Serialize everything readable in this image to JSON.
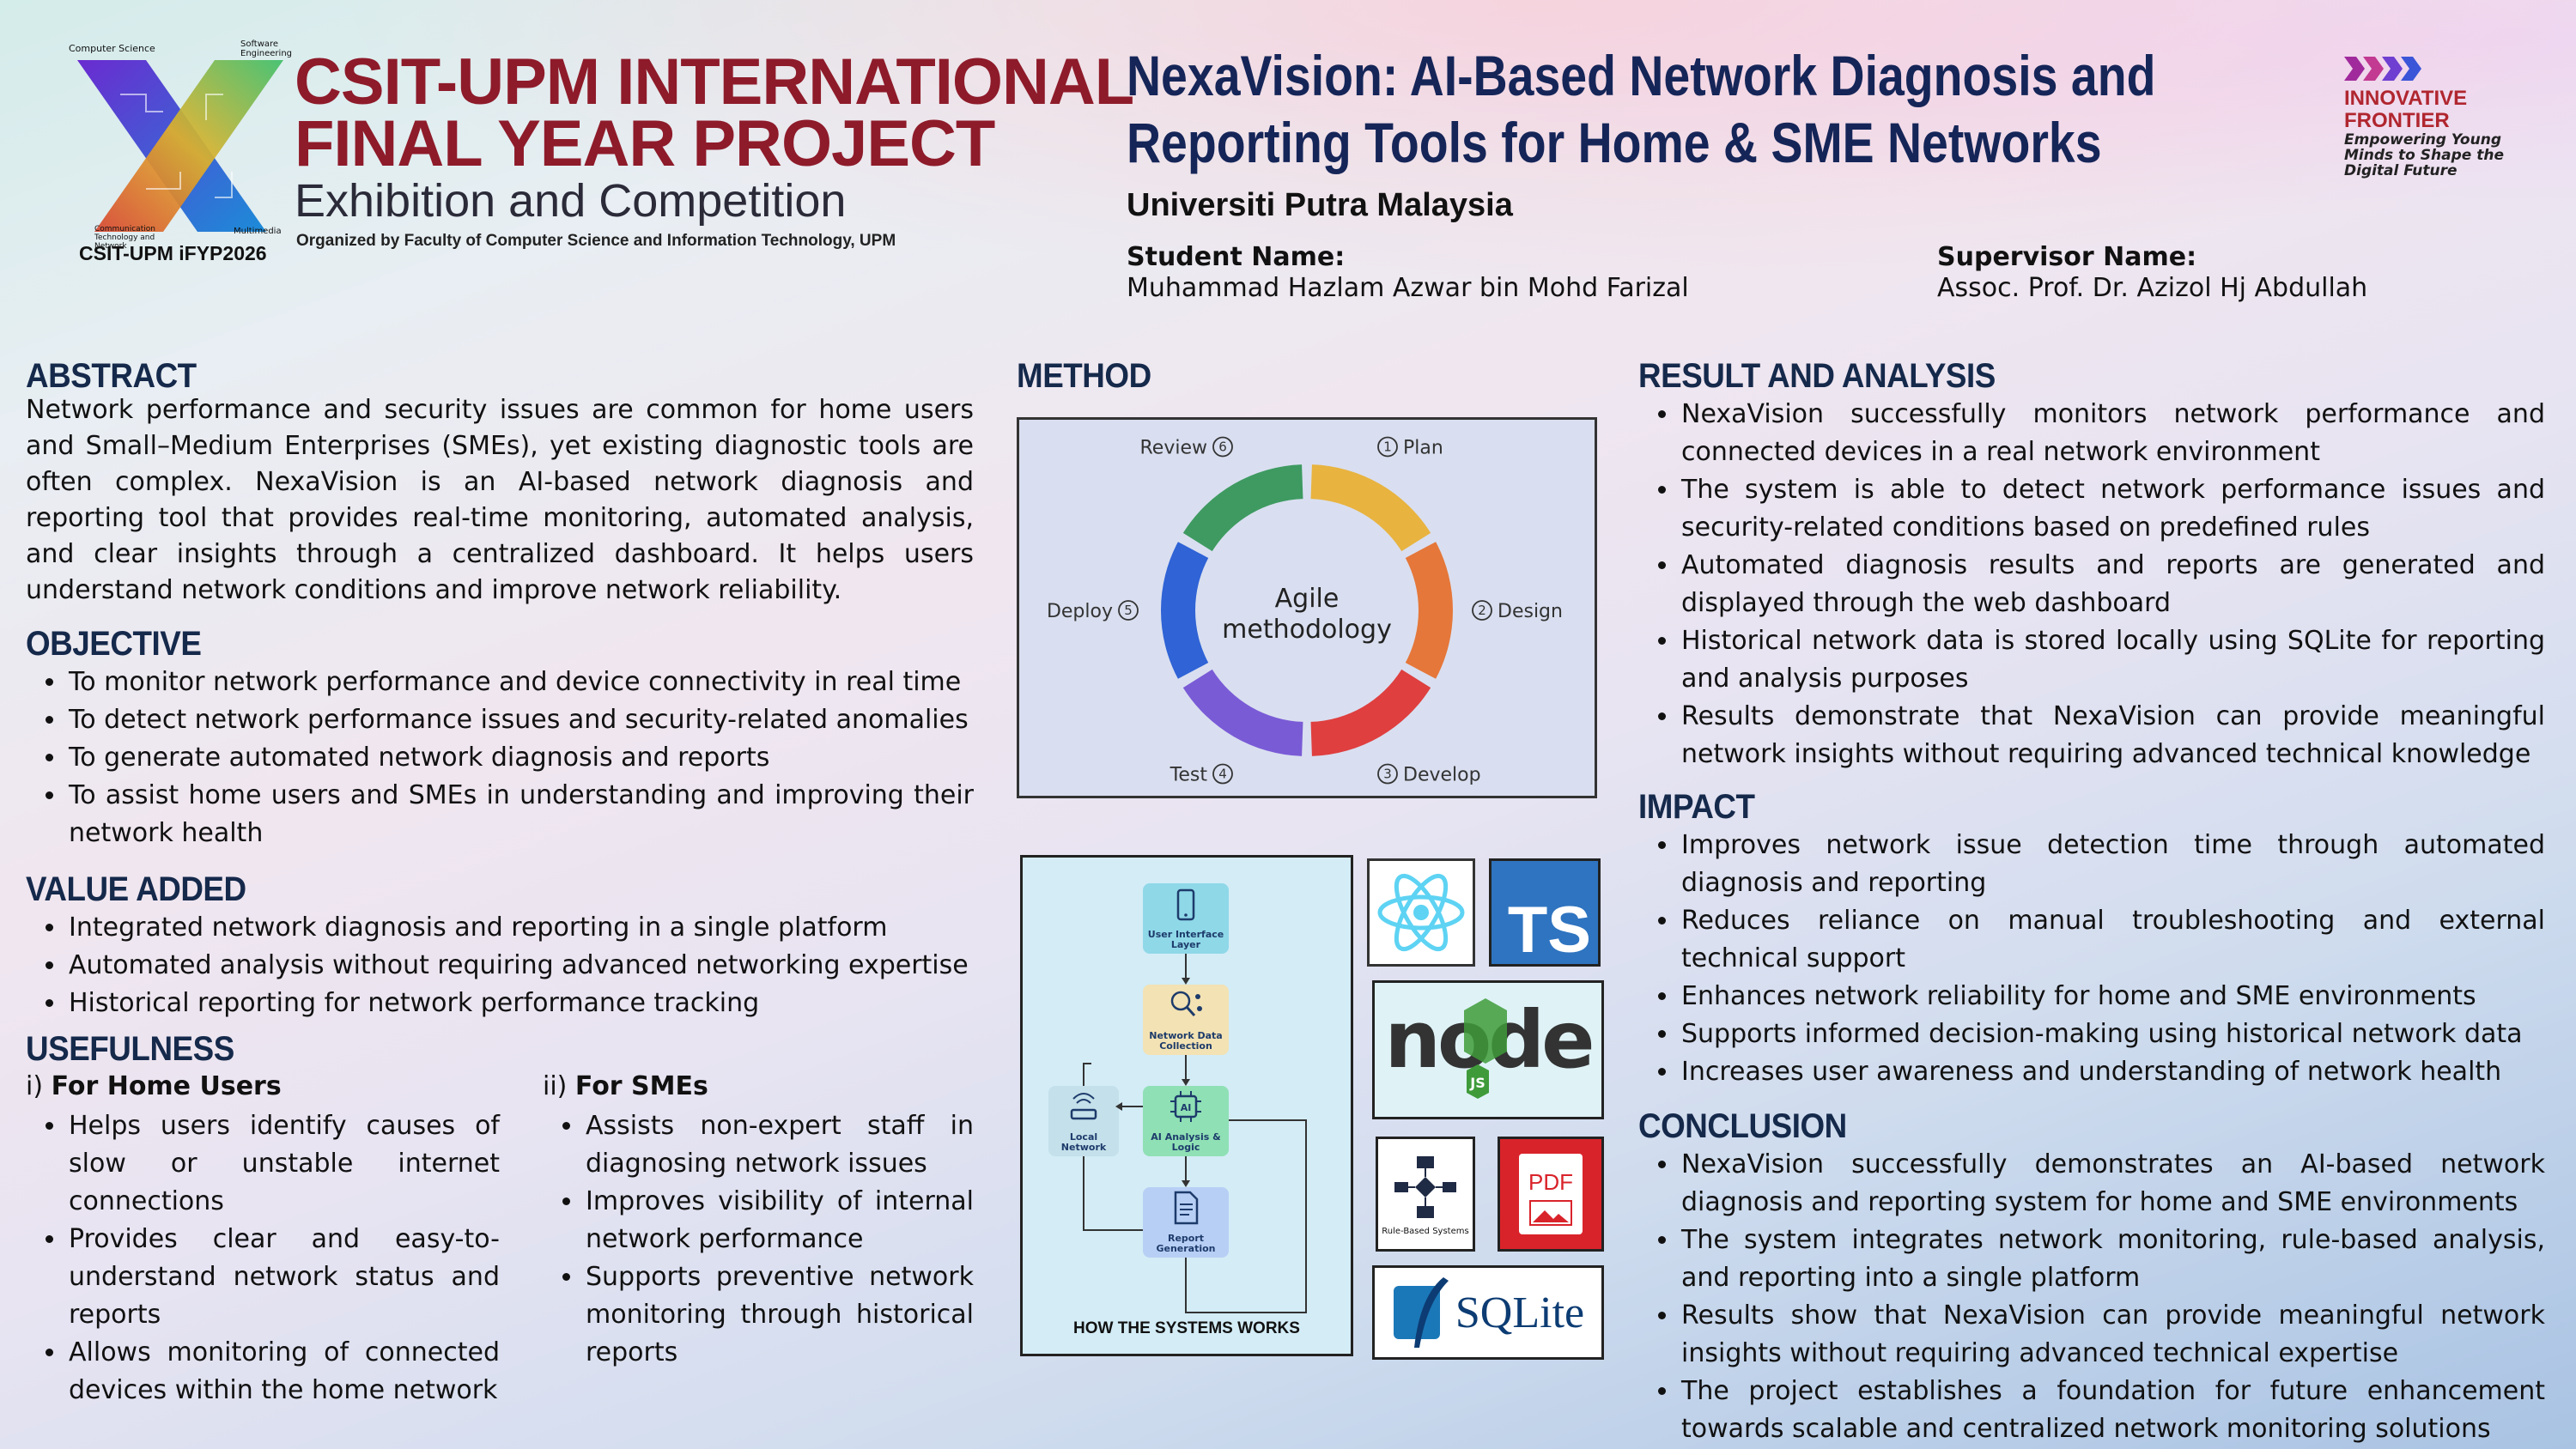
{
  "header": {
    "logo_label_cs": "Computer Science",
    "logo_label_se": "Software Engineering",
    "logo_label_cn": "Communication Technology and Network",
    "logo_label_mm": "Multimedia",
    "event_badge": "CSIT-UPM iFYP2026",
    "event_line1": "CSIT-UPM INTERNATIONAL",
    "event_line2": "FINAL YEAR PROJECT",
    "event_line3": "Exhibition and Competition",
    "organizer": "Organized by Faculty of Computer Science and Information Technology, UPM",
    "title_line1": "NexaVision: AI-Based Network Diagnosis and",
    "title_line2": "Reporting Tools for Home & SME Networks",
    "university": "Universiti Putra Malaysia",
    "student_label": "Student Name:",
    "student_name": "Muhammad Hazlam Azwar bin Mohd Farizal",
    "supervisor_label": "Supervisor Name:",
    "supervisor_name": "Assoc. Prof. Dr. Azizol Hj Abdullah",
    "brand_line1": "INNOVATIVE",
    "brand_line2": "FRONTIER",
    "brand_tag1": "Empowering Young",
    "brand_tag2": "Minds to Shape the",
    "brand_tag3": "Digital Future"
  },
  "abstract": {
    "heading": "ABSTRACT",
    "text": "Network performance and security issues are common for home users and Small–Medium Enterprises (SMEs), yet existing diagnostic tools are often complex. NexaVision is an AI-based network diagnosis and reporting tool that provides real-time monitoring, automated analysis, and clear insights through a centralized dashboard. It helps users understand network conditions and improve network reliability."
  },
  "objective": {
    "heading": "OBJECTIVE",
    "items": [
      "To monitor network performance and device connectivity in real time",
      "To detect network performance issues and security-related anomalies",
      "To generate automated network diagnosis and reports",
      "To assist home users and SMEs in understanding and improving their network health"
    ]
  },
  "value_added": {
    "heading": "VALUE ADDED",
    "items": [
      "Integrated network diagnosis and reporting in a single platform",
      "Automated analysis without requiring advanced networking expertise",
      "Historical reporting for network performance tracking"
    ]
  },
  "usefulness": {
    "heading": "USEFULNESS",
    "home_prefix": "i) ",
    "home_heading": "For Home Users",
    "home_items": [
      "Helps users identify causes of slow or unstable internet connections",
      "Provides clear and easy-to-understand network status and reports",
      "Allows monitoring of connected devices within the home network"
    ],
    "sme_prefix": "ii) ",
    "sme_heading": "For SMEs",
    "sme_items": [
      "Assists non-expert staff in diagnosing network issues",
      "Improves visibility of internal network performance",
      "Supports preventive network monitoring through historical reports"
    ]
  },
  "method": {
    "heading": "METHOD",
    "agile_center_line1": "Agile",
    "agile_center_line2": "methodology",
    "steps": [
      {
        "num": "1",
        "label": "Plan",
        "color": "#e8b33f"
      },
      {
        "num": "2",
        "label": "Design",
        "color": "#e5773a"
      },
      {
        "num": "3",
        "label": "Develop",
        "color": "#df3f3f"
      },
      {
        "num": "4",
        "label": "Test",
        "color": "#7a5bd6"
      },
      {
        "num": "5",
        "label": "Deploy",
        "color": "#2f63d6"
      },
      {
        "num": "6",
        "label": "Review",
        "color": "#3e9a61"
      }
    ],
    "flow": {
      "ui": "User Interface Layer",
      "collect": "Network Data Collection",
      "ai": "AI Analysis & Logic",
      "report": "Report Generation",
      "local": "Local Network",
      "caption": "HOW THE SYSTEMS WORKS"
    },
    "tech": {
      "ts": "TS",
      "node": "node",
      "rule": "Rule-Based Systems",
      "pdf": "PDF",
      "sqlite": "SQLite"
    }
  },
  "results": {
    "heading": "RESULT AND ANALYSIS",
    "items": [
      "NexaVision successfully monitors network performance and connected devices in a real network environment",
      "The system is able to detect network performance issues and security-related conditions based on predefined rules",
      "Automated diagnosis results and reports are generated and displayed through the web dashboard",
      "Historical network data is stored locally using SQLite for reporting and analysis purposes",
      "Results demonstrate that NexaVision can provide meaningful network insights without requiring advanced technical knowledge"
    ]
  },
  "impact": {
    "heading": "IMPACT",
    "items": [
      "Improves network issue detection time through automated diagnosis and reporting",
      "Reduces reliance on manual troubleshooting and external technical support",
      "Enhances network reliability for home and SME environments",
      "Supports informed decision-making using historical network data",
      "Increases user awareness and understanding of network health"
    ]
  },
  "conclusion": {
    "heading": "CONCLUSION",
    "items": [
      "NexaVision successfully demonstrates an AI-based network diagnosis and reporting system for home and SME environments",
      "The system integrates network monitoring, rule-based analysis, and reporting into a single platform",
      "Results show that NexaVision can provide meaningful network insights without requiring advanced technical expertise",
      "The project establishes a foundation for future enhancement towards scalable and centralized network monitoring solutions"
    ]
  }
}
